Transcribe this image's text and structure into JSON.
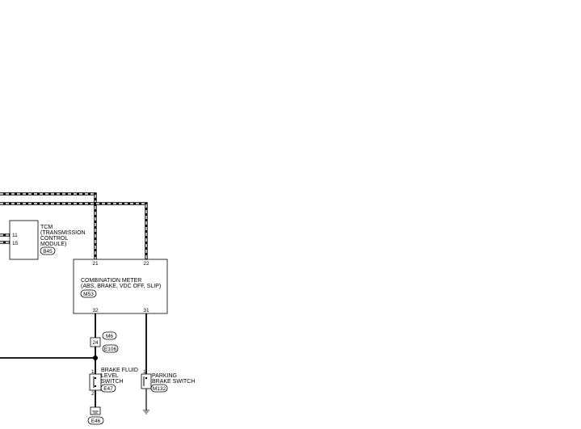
{
  "tcm": {
    "lines": [
      "TCM",
      "(TRANSMISSION",
      "CONTROL",
      "MODULE)"
    ],
    "pins": [
      "11",
      "15"
    ],
    "connector": "B45"
  },
  "combination_meter": {
    "lines": [
      "COMBINATION METER",
      "(ABS, BRAKE, VDC OFF, SLIP)"
    ],
    "connector": "M53",
    "pins_top": [
      "21",
      "22"
    ],
    "pins_bottom": [
      "32",
      "31"
    ]
  },
  "joint": {
    "pin": "24",
    "connector_top": "M6",
    "connector_bottom": "E106"
  },
  "brake_fluid_switch": {
    "lines": [
      "BRAKE FLUID",
      "LEVEL",
      "SWITCH"
    ],
    "pins": [
      "1",
      "2"
    ],
    "connector": "E47"
  },
  "ground": {
    "connector": "E46"
  },
  "parking_brake_switch": {
    "lines": [
      "PARKING",
      "BRAKE SWITCH"
    ],
    "pin": "1",
    "connector": "M132"
  }
}
